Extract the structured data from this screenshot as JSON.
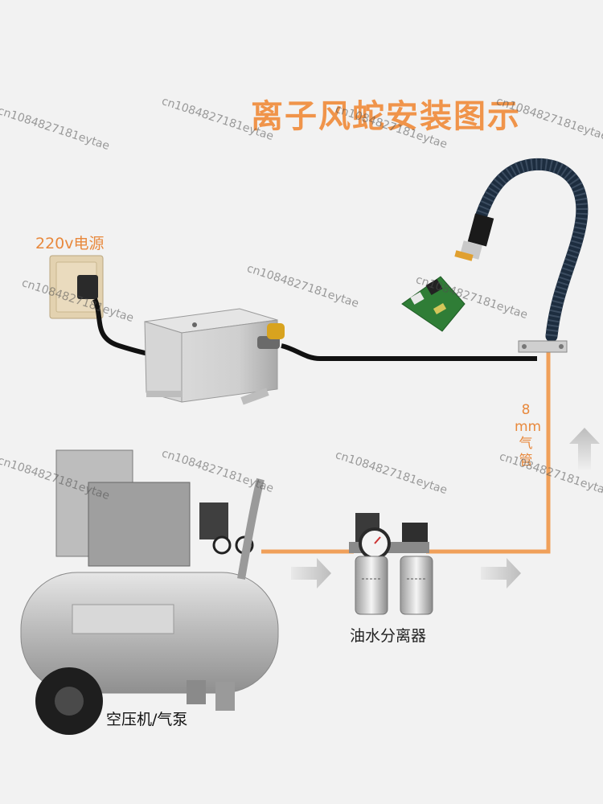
{
  "title": "离子风蛇安装图示",
  "labels": {
    "power": "220v电源",
    "tube_line1": "8",
    "tube_line2": "mm",
    "tube_line3": "气",
    "tube_line4": "管",
    "separator": "油水分离器",
    "compressor": "空压机/气泵"
  },
  "watermark": "cn1084827181eytae",
  "colors": {
    "title": "#f0944a",
    "air_tube": "#f0a05a",
    "cable": "#111111"
  }
}
